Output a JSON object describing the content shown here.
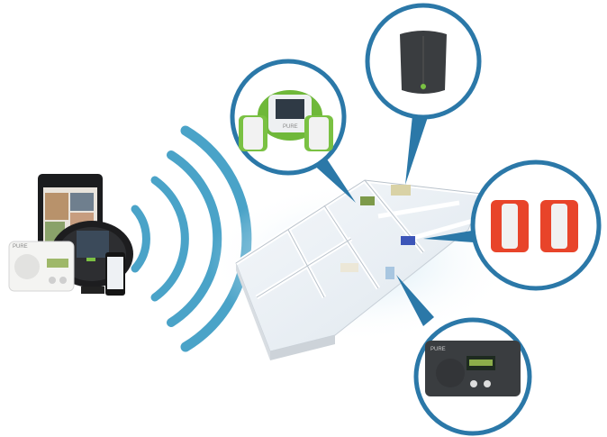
{
  "brand": {
    "logo_text": "PURE"
  },
  "colors": {
    "wave": "#4aa3c8",
    "bubble_border": "#2b78a8",
    "speaker_green": "#7ac143",
    "speaker_red": "#e8442a",
    "dark_device": "#3a3d40"
  },
  "scene": {
    "source_devices": [
      "tablet",
      "radio-white",
      "dock-speaker",
      "smartphone"
    ],
    "rooms": [
      "room-top-left",
      "room-top",
      "room-right",
      "room-bottom"
    ]
  }
}
